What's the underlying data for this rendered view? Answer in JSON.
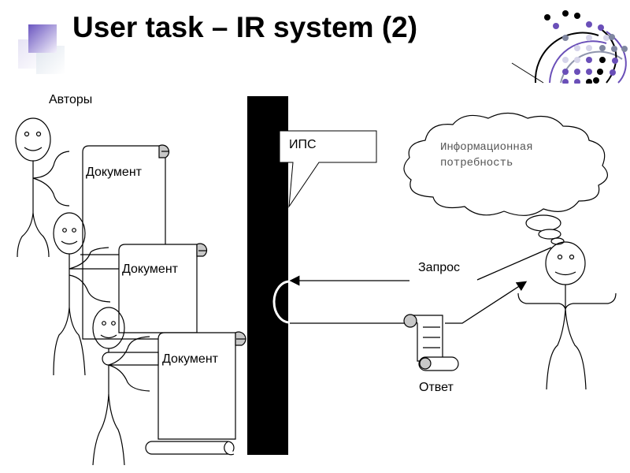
{
  "slide": {
    "title": "User task – IR system (2)"
  },
  "diagram": {
    "authors_label": "Авторы",
    "documents": [
      {
        "label": "Документ"
      },
      {
        "label": "Документ"
      },
      {
        "label": "Документ"
      }
    ],
    "system_label": "ИПС",
    "info_need_line1": "Информационная",
    "info_need_line2": "потребность",
    "query_label": "Запрос",
    "answer_label": "Ответ"
  },
  "colors": {
    "accent_purple": "#6a4fb8",
    "accent_gray": "#7f86a0",
    "light_purple": "#d6d4ea",
    "scroll_curl": "#c8c8c8",
    "wall": "#000000"
  }
}
